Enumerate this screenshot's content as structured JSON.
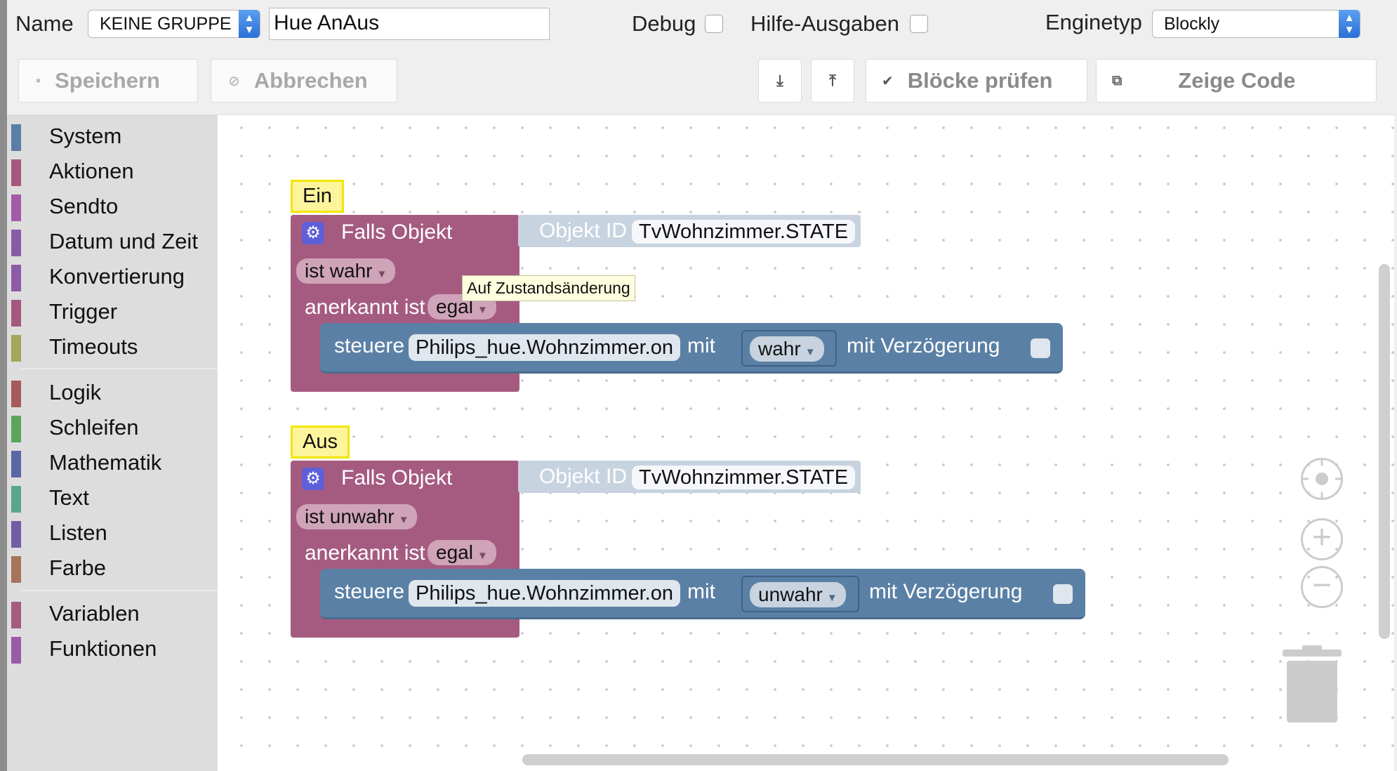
{
  "header": {
    "name_label": "Name",
    "group_select": "KEINE GRUPPE",
    "name_value": "Hue AnAus",
    "debug_label": "Debug",
    "help_label": "Hilfe-Ausgaben",
    "engine_label": "Enginetyp",
    "engine_select": "Blockly"
  },
  "toolbar": {
    "save": "Speichern",
    "cancel": "Abbrechen",
    "check_blocks": "Blöcke prüfen",
    "show_code": "Zeige Code"
  },
  "toolbox": {
    "group1": [
      {
        "label": "System",
        "color": "#5a7ea6"
      },
      {
        "label": "Aktionen",
        "color": "#a5577f"
      },
      {
        "label": "Sendto",
        "color": "#a35ba8"
      },
      {
        "label": "Datum und Zeit",
        "color": "#8a5aa6"
      },
      {
        "label": "Konvertierung",
        "color": "#8e5aa8"
      },
      {
        "label": "Trigger",
        "color": "#a5577f"
      },
      {
        "label": "Timeouts",
        "color": "#a5a55b"
      }
    ],
    "group2": [
      {
        "label": "Logik",
        "color": "#a55b5b"
      },
      {
        "label": "Schleifen",
        "color": "#5ba55b"
      },
      {
        "label": "Mathematik",
        "color": "#5b67a5"
      },
      {
        "label": "Text",
        "color": "#5ba58c"
      },
      {
        "label": "Listen",
        "color": "#745ba5"
      },
      {
        "label": "Farbe",
        "color": "#a5745b"
      }
    ],
    "group3": [
      {
        "label": "Variablen",
        "color": "#a55b80"
      },
      {
        "label": "Funktionen",
        "color": "#995ba5"
      }
    ]
  },
  "blocks": {
    "on": {
      "comment": "Ein",
      "trigger_label": "Falls Objekt",
      "objekt_id_label": "Objekt ID",
      "objekt_id": "TvWohnzimmer.STATE",
      "condition": "ist wahr",
      "ack_label": "anerkannt ist",
      "ack_value": "egal",
      "tooltip": "Auf Zustandsänderung",
      "action_label": "steuere",
      "action_target": "Philips_hue.Wohnzimmer.on",
      "with_label": "mit",
      "value": "wahr",
      "delay_label": "mit Verzögerung"
    },
    "off": {
      "comment": "Aus",
      "trigger_label": "Falls Objekt",
      "objekt_id_label": "Objekt ID",
      "objekt_id": "TvWohnzimmer.STATE",
      "condition": "ist unwahr",
      "ack_label": "anerkannt ist",
      "ack_value": "egal",
      "action_label": "steuere",
      "action_target": "Philips_hue.Wohnzimmer.on",
      "with_label": "mit",
      "value": "unwahr",
      "delay_label": "mit Verzögerung"
    }
  },
  "icons": {
    "save": "floppy-icon",
    "cancel": "cancel-icon",
    "export": "download-icon",
    "import": "upload-icon",
    "check": "check-icon",
    "code": "code-icon",
    "center": "target-icon",
    "zoom_in": "plus-icon",
    "zoom_out": "minus-icon",
    "trash": "trash-icon",
    "gear": "gear-icon"
  }
}
